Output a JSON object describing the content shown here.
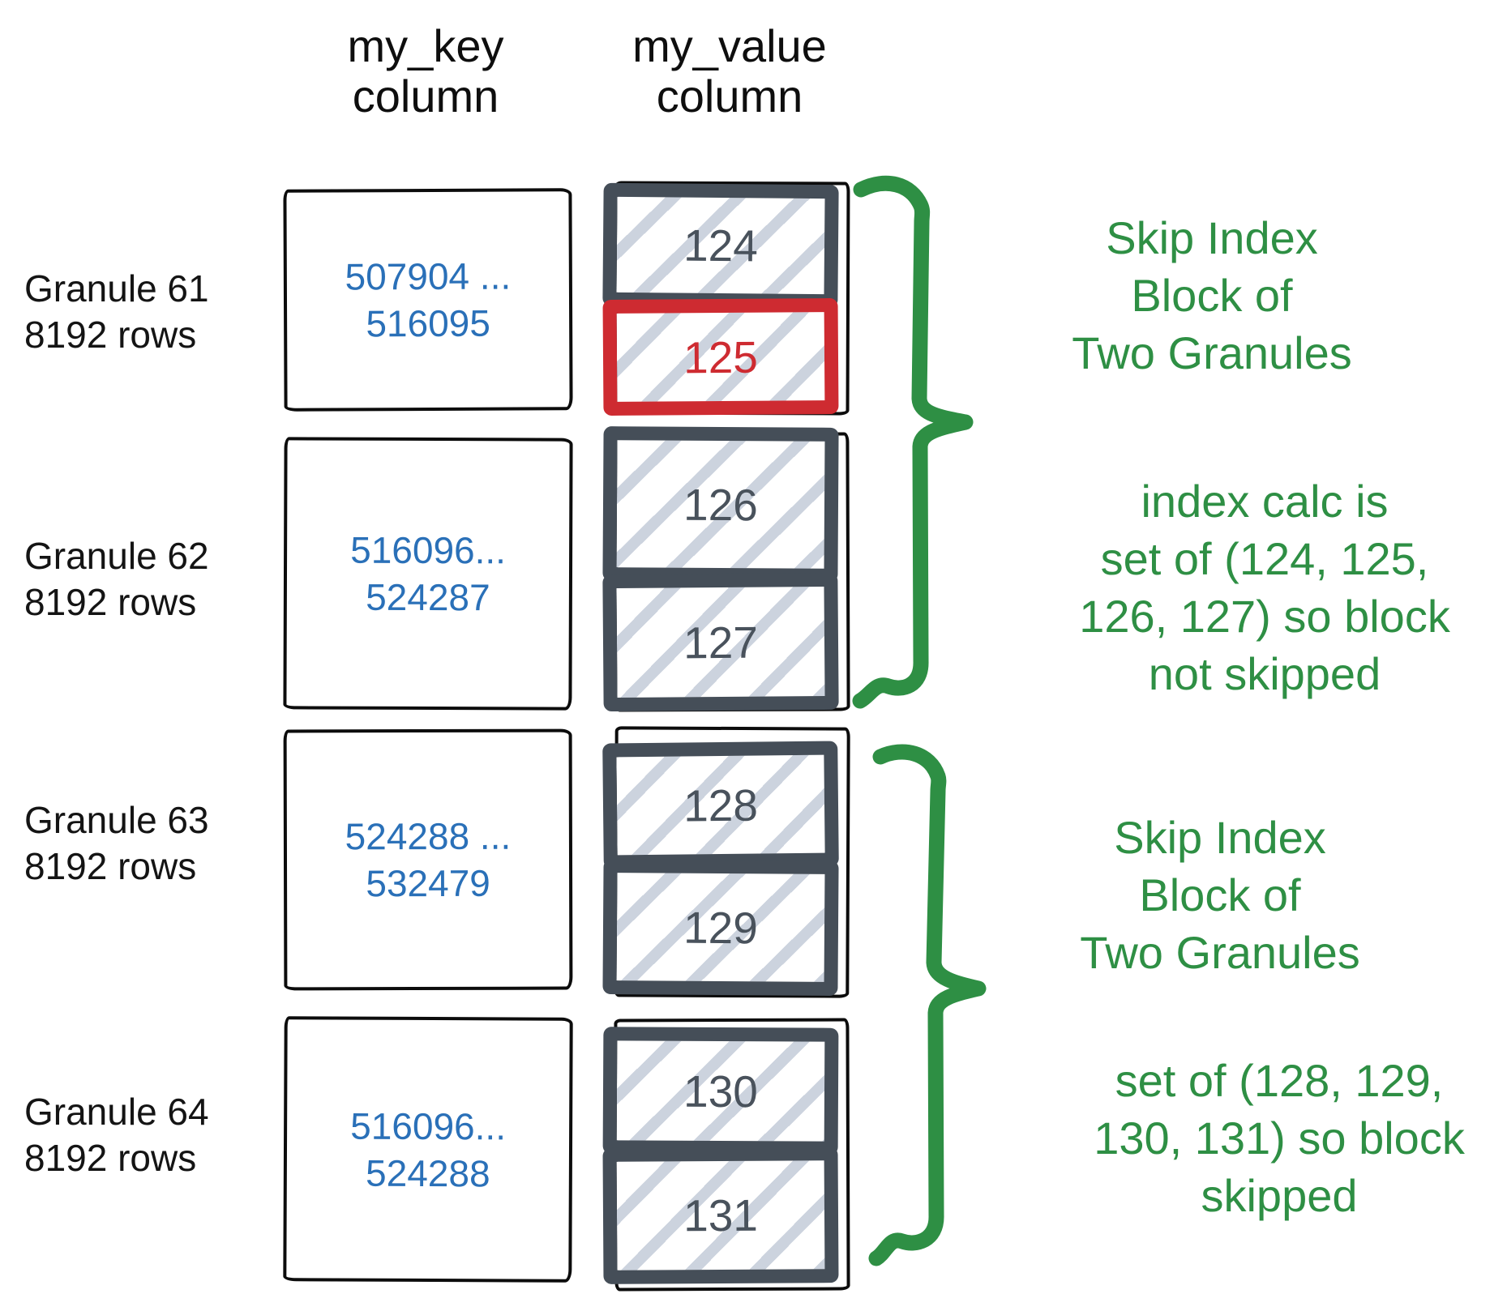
{
  "colors": {
    "green": "#2e8f44",
    "blue": "#2a70b8",
    "red": "#ce2b31",
    "slate": "#454e58",
    "slate_text": "#49525c",
    "hatch": "#ccd3de"
  },
  "headers": {
    "key": [
      "my_key",
      "column"
    ],
    "value": [
      "my_value",
      "column"
    ]
  },
  "granules": [
    {
      "label": [
        "Granule 61",
        "8192 rows"
      ],
      "key_range": [
        "507904 ...",
        "516095"
      ],
      "blocks": [
        {
          "value": "124",
          "highlighted": false
        },
        {
          "value": "125",
          "highlighted": true
        }
      ]
    },
    {
      "label": [
        "Granule 62",
        "8192 rows"
      ],
      "key_range": [
        "516096...",
        "524287"
      ],
      "blocks": [
        {
          "value": "126",
          "highlighted": false
        },
        {
          "value": "127",
          "highlighted": false
        }
      ]
    },
    {
      "label": [
        "Granule 63",
        "8192 rows"
      ],
      "key_range": [
        "524288 ...",
        "532479"
      ],
      "blocks": [
        {
          "value": "128",
          "highlighted": false
        },
        {
          "value": "129",
          "highlighted": false
        }
      ]
    },
    {
      "label": [
        "Granule 64",
        "8192 rows"
      ],
      "key_range": [
        "516096...",
        "524288"
      ],
      "blocks": [
        {
          "value": "130",
          "highlighted": false
        },
        {
          "value": "131",
          "highlighted": false
        }
      ]
    }
  ],
  "annotations": [
    {
      "lines": [
        "Skip Index",
        "Block of",
        "Two Granules"
      ]
    },
    {
      "lines": [
        "index calc is",
        "set of (124, 125,",
        "126, 127) so block",
        "not skipped"
      ]
    },
    {
      "lines": [
        "Skip Index",
        "Block of",
        "Two Granules"
      ]
    },
    {
      "lines": [
        "set of (128, 129,",
        "130, 131) so block",
        "skipped"
      ]
    }
  ]
}
